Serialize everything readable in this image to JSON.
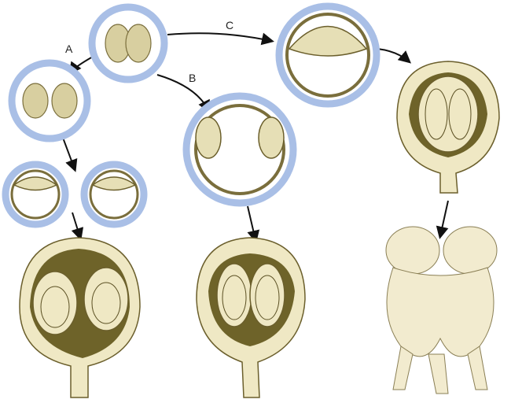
{
  "labels": {
    "a": "A",
    "b": "B",
    "c": "C"
  },
  "colors": {
    "ring": "#a9bfe6",
    "tissue": "#e6dfb6",
    "cavity": "#6e6329",
    "arrow": "#111111"
  }
}
